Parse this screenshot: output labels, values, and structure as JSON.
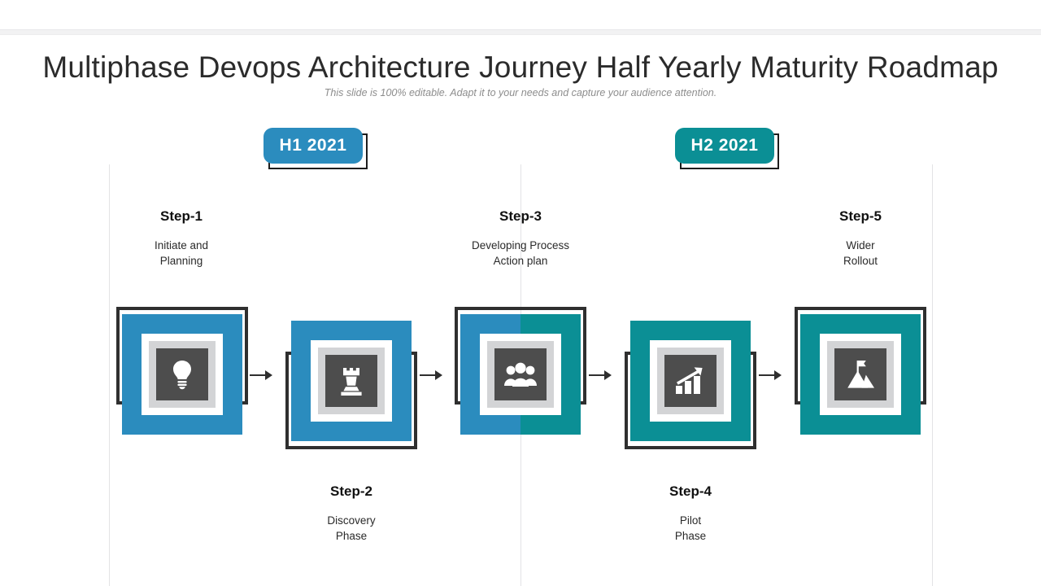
{
  "slide": {
    "title": "Multiphase Devops Architecture Journey Half Yearly Maturity Roadmap",
    "subtitle": "This slide is 100% editable. Adapt it to your needs and capture your audience attention."
  },
  "colors": {
    "blue": "#2b8cbe",
    "teal": "#0b8f95",
    "icon_panel": "#4d4d4d",
    "frame_gray": "#d3d4d6",
    "outline": "#2f2f2f",
    "title_text": "#2b2b2b",
    "subtitle_text": "#8d8d8d",
    "guide_line": "#e3e3e5"
  },
  "periods": [
    {
      "label": "H1 2021",
      "tone": "blue"
    },
    {
      "label": "H2 2021",
      "tone": "teal"
    }
  ],
  "steps": [
    {
      "title": "Step-1",
      "description": "Initiate and\nPlanning",
      "icon": "lightbulb-icon",
      "tone": "blue",
      "position": "above"
    },
    {
      "title": "Step-2",
      "description": "Discovery\nPhase",
      "icon": "chess-rook-icon",
      "tone": "blue",
      "position": "below"
    },
    {
      "title": "Step-3",
      "description": "Developing Process\nAction plan",
      "icon": "people-group-icon",
      "tone": "split",
      "position": "above"
    },
    {
      "title": "Step-4",
      "description": "Pilot\nPhase",
      "icon": "growth-chart-icon",
      "tone": "teal",
      "position": "below"
    },
    {
      "title": "Step-5",
      "description": "Wider\nRollout",
      "icon": "mountain-summit-icon",
      "tone": "teal",
      "position": "above"
    }
  ],
  "connectors": [
    {
      "name": "arrow-step1-to-step2"
    },
    {
      "name": "arrow-step2-to-step3"
    },
    {
      "name": "arrow-step3-to-step4"
    },
    {
      "name": "arrow-step4-to-step5"
    }
  ]
}
